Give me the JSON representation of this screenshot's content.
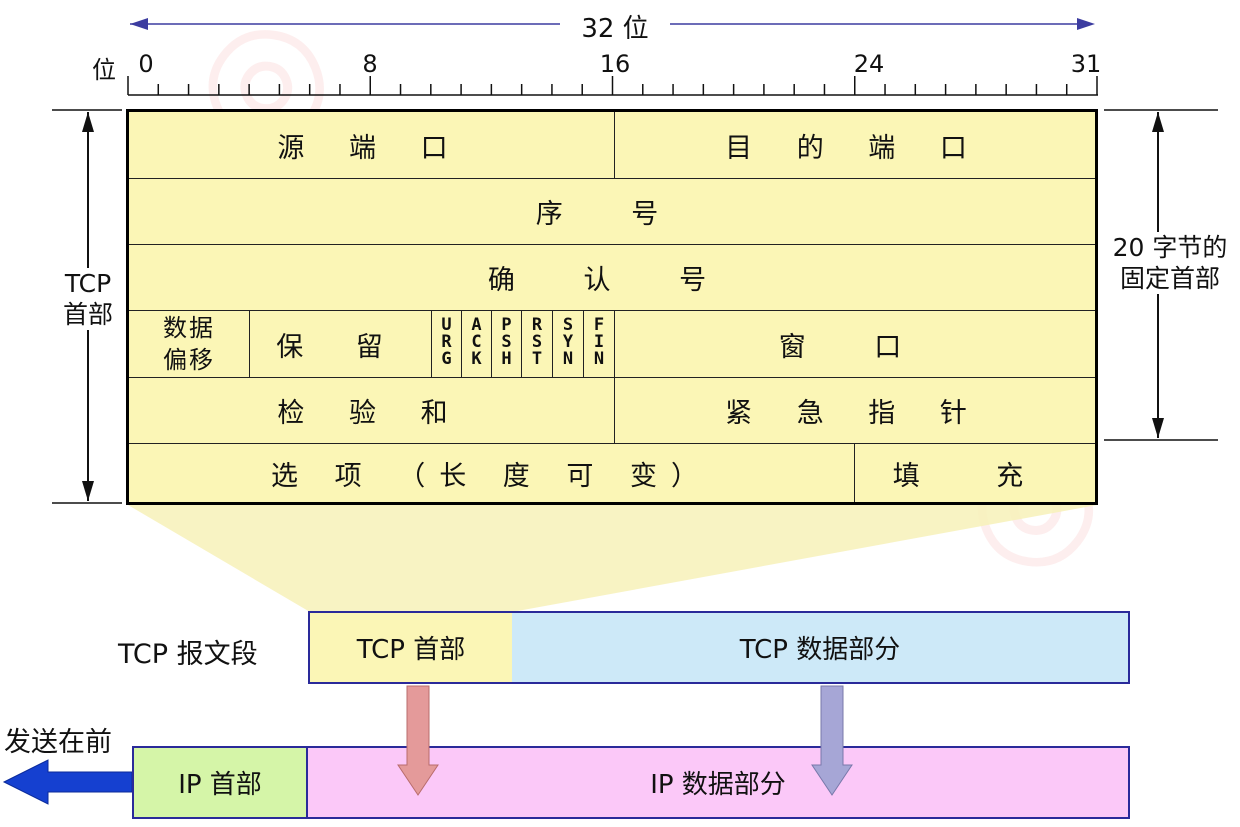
{
  "ruler": {
    "title": "32 位",
    "bit_word": "位",
    "bit_marks": [
      "0",
      "8",
      "16",
      "24",
      "31"
    ]
  },
  "header_fields": {
    "src_port": "源 端 口",
    "dst_port": "目 的 端 口",
    "seq": "序 号",
    "ack_num": "确 认 号",
    "data_offset": "数据\n偏移",
    "reserved": "保 留",
    "flags": [
      "URG",
      "ACK",
      "PSH",
      "RST",
      "SYN",
      "FIN"
    ],
    "window": "窗 口",
    "checksum": "检 验 和",
    "urgent_ptr": "紧 急 指 针",
    "options": "选 项 （长 度 可 变）",
    "padding": "填 充"
  },
  "side": {
    "left_label": "TCP\n首部",
    "right_label": "20 字节的\n固定首部"
  },
  "segment": {
    "label": "TCP 报文段",
    "header": "TCP 首部",
    "data": "TCP 数据部分"
  },
  "ip": {
    "send_first": "发送在前",
    "header": "IP 首部",
    "data": "IP 数据部分"
  },
  "colors": {
    "header_fill": "#fbf6b6",
    "tcp_data_fill": "#cde9f8",
    "ip_header_fill": "#d5f5a8",
    "ip_data_fill": "#fbc8f8",
    "box_border": "#2a2a9a",
    "arrow_blue": "#1540d0",
    "arrow_pink": "#e49a9a",
    "arrow_lavender": "#a6a6d6"
  }
}
